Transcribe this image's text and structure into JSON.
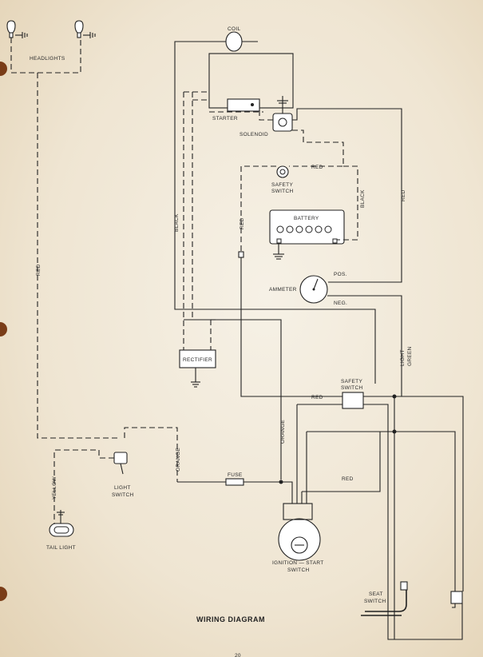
{
  "title": "WIRING DIAGRAM",
  "page_number": "20",
  "components": {
    "headlights": "HEADLIGHTS",
    "coil": "COIL",
    "starter": "STARTER",
    "solenoid": "SOLENOID",
    "safety_switch_top": "SAFETY SWITCH",
    "battery": "BATTERY",
    "ammeter": "AMMETER",
    "ammeter_pos": "POS.",
    "ammeter_neg": "NEG.",
    "rectifier": "RECTIFIER",
    "safety_switch_mid": "SAFETY SWITCH",
    "light_switch": "LIGHT SWITCH",
    "tail_light": "TAIL LIGHT",
    "fuse": "FUSE",
    "ignition_switch": "IGNITION — START SWITCH",
    "seat_switch": "SEAT SWITCH"
  },
  "wire_labels": {
    "red_left": "RED",
    "black_left": "BLACK",
    "red_mid": "RED",
    "red_top": "RED",
    "black_right": "BLACK",
    "red_right": "RED",
    "light_green": "LIGHT GREEN",
    "red_safety": "RED",
    "orange_vertical": "ORANGE",
    "orange_left": "ORANGE",
    "red_lower": "RED",
    "yellow": "YELLOW"
  }
}
